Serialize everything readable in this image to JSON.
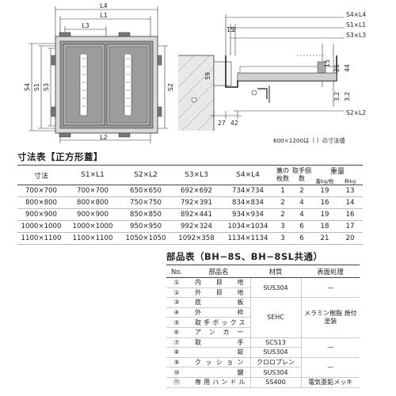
{
  "drawing": {
    "left_labels": {
      "L4": "L4",
      "L1": "L1",
      "L3": "L3",
      "L2": "L2",
      "S4": "S4",
      "S1": "S1",
      "S3": "S3",
      "S2": "S2"
    },
    "right_labels": {
      "s4l4": "S4×L4",
      "s1l1": "S1×L1",
      "s3l3": "S3×L3",
      "s2l2": "S2×L2",
      "d152": "15",
      "d2": "2",
      "d59": "59",
      "d15": "15",
      "d26": "26",
      "d44": "44",
      "d3_2a": "3.2",
      "d3_2b": "3.2",
      "d27": "27",
      "d42": "42"
    },
    "note": "600×1200は（ ）の寸法値"
  },
  "dim_table": {
    "title": "寸法表【正方形蓋】",
    "headers": {
      "size": "寸法",
      "s1l1": "S1×L1",
      "s2l2": "S2×L2",
      "s3l3": "S3×L3",
      "s4l4": "S4×L4",
      "lids": "蓋の枚数",
      "handles": "取手個数",
      "weight": "重量",
      "weight_lid": "蓋kg/枚",
      "weight_frame": "枠kg"
    },
    "rows": [
      {
        "size": "700×700",
        "s1l1": "700×700",
        "s2l2": "650×650",
        "s3l3": "692×692",
        "s4l4": "734×734",
        "lids": "1",
        "handles": "2",
        "wl": "19",
        "wf": "13"
      },
      {
        "size": "800×800",
        "s1l1": "800×800",
        "s2l2": "750×750",
        "s3l3": "792×391",
        "s4l4": "834×834",
        "lids": "2",
        "handles": "4",
        "wl": "16",
        "wf": "14"
      },
      {
        "size": "900×900",
        "s1l1": "900×900",
        "s2l2": "850×850",
        "s3l3": "892×441",
        "s4l4": "934×934",
        "lids": "2",
        "handles": "4",
        "wl": "19",
        "wf": "16"
      },
      {
        "size": "1000×1000",
        "s1l1": "1000×1000",
        "s2l2": "950×950",
        "s3l3": "992×324",
        "s4l4": "1034×1034",
        "lids": "3",
        "handles": "6",
        "wl": "18",
        "wf": "17"
      },
      {
        "size": "1100×1100",
        "s1l1": "1100×1100",
        "s2l2": "1050×1050",
        "s3l3": "1092×358",
        "s4l4": "1134×1134",
        "lids": "3",
        "handles": "6",
        "wl": "21",
        "wf": "20"
      }
    ]
  },
  "parts_table": {
    "title": "部品表（BH−8S、BH−8SL共通）",
    "headers": {
      "no": "No.",
      "name": "部品名",
      "material": "材質",
      "finish": "表面処理"
    },
    "rows": [
      {
        "no": "①",
        "name": "内目地",
        "material": "SUS304",
        "finish": "—"
      },
      {
        "no": "②",
        "name": "外目地",
        "material": "",
        "finish": ""
      },
      {
        "no": "③",
        "name": "底板",
        "material": "",
        "finish": ""
      },
      {
        "no": "④",
        "name": "外枠",
        "material": "SEHC",
        "finish": "メラミン樹脂 焼付塗装"
      },
      {
        "no": "⑤",
        "name": "取手ボックス",
        "material": "",
        "finish": ""
      },
      {
        "no": "⑥",
        "name": "アンカー",
        "material": "",
        "finish": ""
      },
      {
        "no": "⑦",
        "name": "取手",
        "material": "SCS13",
        "finish": "—"
      },
      {
        "no": "⑧",
        "name": "錠",
        "material": "SUS304",
        "finish": ""
      },
      {
        "no": "⑨",
        "name": "クッション",
        "material": "クロロプレン",
        "finish": "—"
      },
      {
        "no": "⑩",
        "name": "鍵",
        "material": "SUS304",
        "finish": ""
      },
      {
        "no": "⑪",
        "name": "専用ハンドル",
        "material": "SS400",
        "finish": "電気亜鉛メッキ"
      }
    ]
  }
}
